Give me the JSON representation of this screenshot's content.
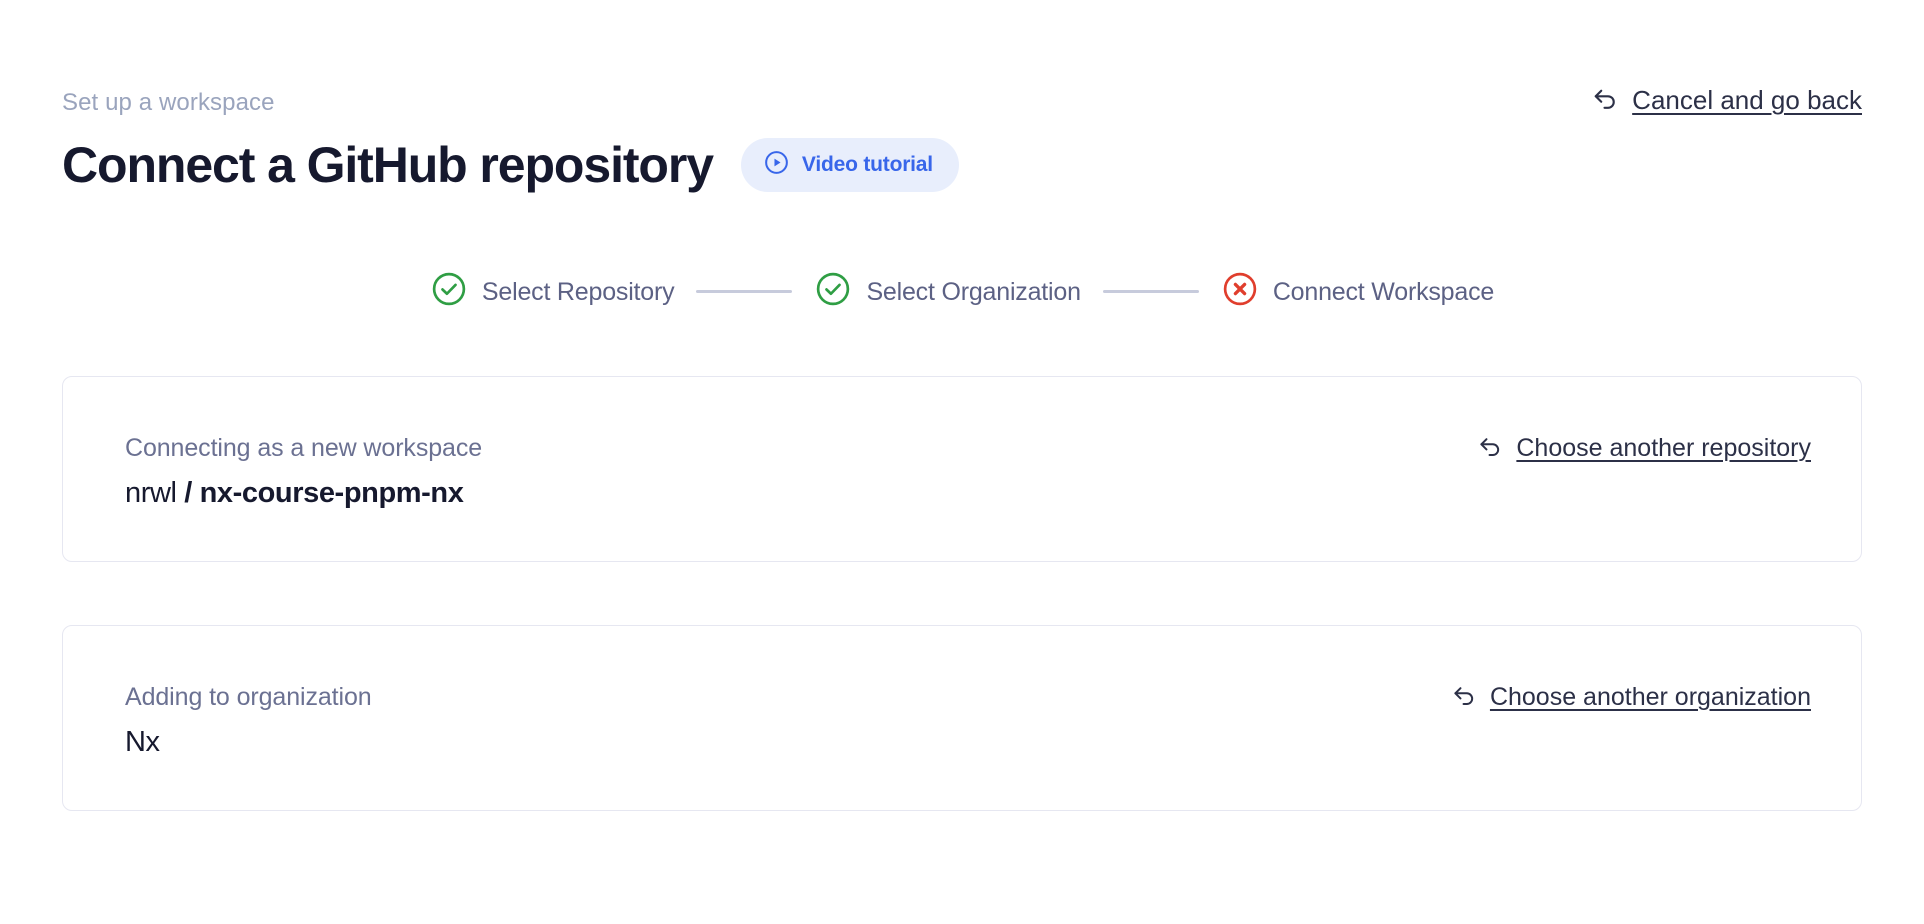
{
  "header": {
    "eyebrow": "Set up a workspace",
    "title": "Connect a GitHub repository",
    "video_badge": {
      "label": "Video tutorial",
      "icon": "play-circle-icon"
    },
    "cancel_link": {
      "label": "Cancel and go back",
      "icon": "undo-arrow-icon"
    }
  },
  "stepper": {
    "steps": [
      {
        "label": "Select Repository",
        "state": "complete",
        "icon": "check-circle-icon"
      },
      {
        "label": "Select Organization",
        "state": "complete",
        "icon": "check-circle-icon"
      },
      {
        "label": "Connect Workspace",
        "state": "error",
        "icon": "x-circle-icon"
      }
    ]
  },
  "cards": [
    {
      "caption": "Connecting as a new workspace",
      "owner": "nrwl",
      "separator": "/",
      "name": "nx-course-pnpm-nx",
      "link": {
        "label": "Choose another repository",
        "icon": "undo-arrow-icon"
      }
    },
    {
      "caption": "Adding to organization",
      "value": "Nx",
      "link": {
        "label": "Choose another organization",
        "icon": "undo-arrow-icon"
      }
    }
  ],
  "colors": {
    "accent_blue": "#3866ea",
    "badge_bg": "#e8eefc",
    "success_green": "#2f9e44",
    "error_red": "#e03e2d",
    "text_dark": "#16192e",
    "text_muted": "#6b7192",
    "eyebrow_muted": "#9aa4bd",
    "step_label": "#5c6184",
    "connector": "#c7cbdc",
    "card_border": "#e6e7f1"
  }
}
